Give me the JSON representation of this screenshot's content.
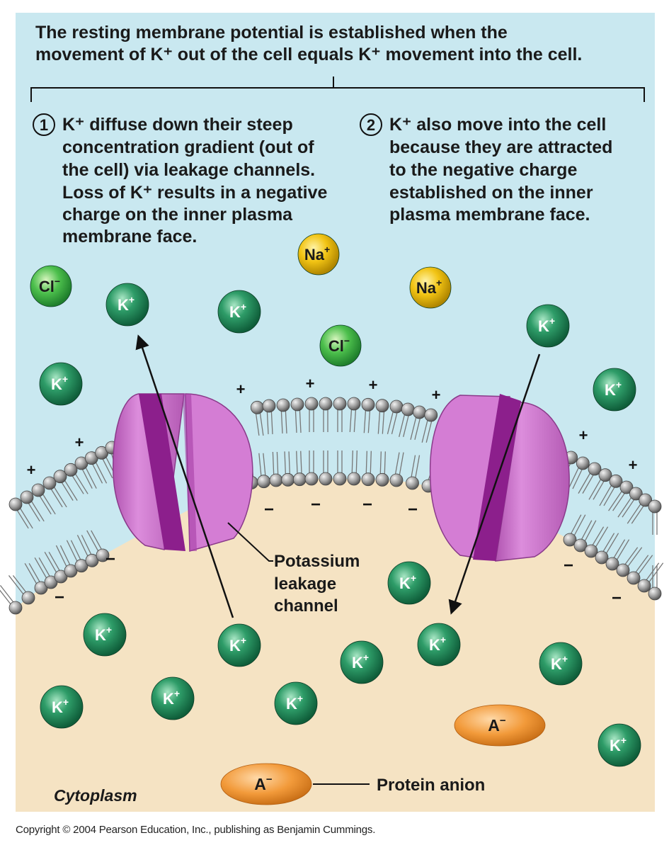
{
  "header": {
    "line1": "The resting membrane potential is established when the",
    "line2": "movement of K⁺ out of the cell equals K⁺ movement into the cell."
  },
  "step1": {
    "number": "1",
    "lines": [
      "K⁺ diffuse down their steep",
      "concentration gradient (out of",
      "the cell) via leakage channels.",
      "Loss of K⁺ results in a negative",
      "charge on the inner plasma",
      "membrane face."
    ]
  },
  "step2": {
    "number": "2",
    "lines": [
      "K⁺ also move into the cell",
      "because they are attracted",
      "to the negative charge",
      "established on the inner",
      "plasma membrane face."
    ]
  },
  "labels": {
    "channel": [
      "Potassium",
      "leakage",
      "channel"
    ],
    "protein_anion": "Protein anion",
    "cytoplasm": "Cytoplasm"
  },
  "ions": {
    "potassium": "K",
    "sodium": "Na",
    "chloride": "Cl",
    "anion": "A",
    "plus": "+",
    "minus": "−"
  },
  "copyright": "Copyright © 2004 Pearson Education, Inc., publishing as Benjamin Cummings.",
  "colors": {
    "extracellular": "#c9e8f0",
    "cytoplasm": "#f5e3c3",
    "potassium": "#1e8b5a",
    "sodium": "#e6b800",
    "chloride": "#3cb54a",
    "anion": "#f29a3a",
    "channel": "#c46fc4",
    "channel_dark": "#8c1f8c"
  }
}
